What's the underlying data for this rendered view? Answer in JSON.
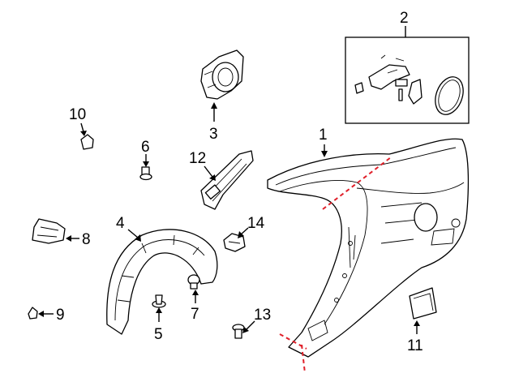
{
  "callouts": [
    {
      "id": "1",
      "label": "1"
    },
    {
      "id": "2",
      "label": "2"
    },
    {
      "id": "3",
      "label": "3"
    },
    {
      "id": "4",
      "label": "4"
    },
    {
      "id": "5",
      "label": "5"
    },
    {
      "id": "6",
      "label": "6"
    },
    {
      "id": "7",
      "label": "7"
    },
    {
      "id": "8",
      "label": "8"
    },
    {
      "id": "9",
      "label": "9"
    },
    {
      "id": "10",
      "label": "10"
    },
    {
      "id": "11",
      "label": "11"
    },
    {
      "id": "12",
      "label": "12"
    },
    {
      "id": "13",
      "label": "13"
    },
    {
      "id": "14",
      "label": "14"
    }
  ],
  "colors": {
    "line": "#000000",
    "cut_line": "#e0202a",
    "background": "#ffffff"
  }
}
